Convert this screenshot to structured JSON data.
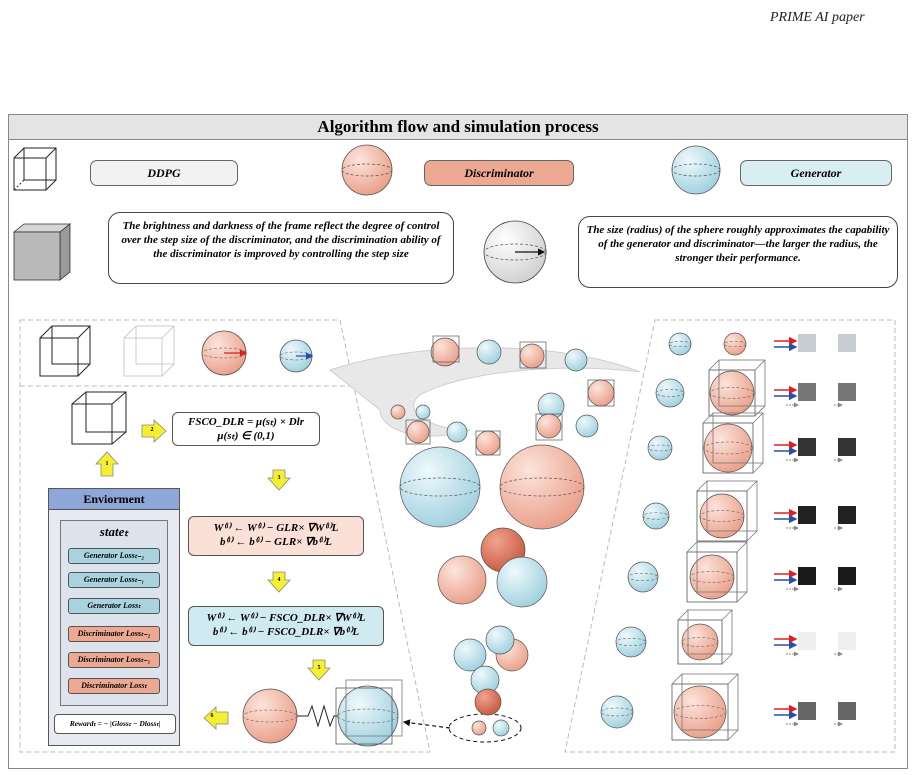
{
  "header": {
    "label": "PRIME AI paper"
  },
  "title": "Algorithm flow and simulation process",
  "legend": {
    "ddpg": "DDPG",
    "discriminator": "Discriminator",
    "generator": "Generator",
    "note_frame": "The brightness and darkness of the frame reflect the degree of control over the step size of the discriminator, and the discrimination ability of the discriminator is improved by controlling the step size",
    "note_sphere": "The size (radius) of the sphere roughly approximates the capability of the generator and discriminator—the larger the radius, the stronger their performance."
  },
  "formulas": {
    "f1_line1": "FSCO_DLR = μ(sₜ) × Dlr",
    "f1_line2": "μ(sₜ) ∈ (0,1)",
    "f2_line1": "W⁽ˡ⁾ ← W⁽ˡ⁾ − GLR× ∇W⁽ˡ⁾L",
    "f2_line2": "b⁽ˡ⁾ ← b⁽ˡ⁾ − GLR× ∇b⁽ˡ⁾L",
    "f3_line1": "W⁽ˡ⁾ ← W⁽ˡ⁾ − FSCO_DLR× ∇W⁽ˡ⁾L",
    "f3_line2": "b⁽ˡ⁾ ← b⁽ˡ⁾ − FSCO_DLR× ∇b⁽ˡ⁾L"
  },
  "steps": [
    "1",
    "2",
    "3",
    "4",
    "5",
    "6"
  ],
  "environment": {
    "title": "Enviorment",
    "state": "stateₜ",
    "losses": [
      {
        "label": "Generator Lossₜ₋₂",
        "color": "#a9d3de"
      },
      {
        "label": "Generator Lossₜ₋₁",
        "color": "#a9d3de"
      },
      {
        "label": "Generator Lossₜ",
        "color": "#a9d3de"
      },
      {
        "label": "Discriminator Lossₜ₋₂",
        "color": "#eda892"
      },
      {
        "label": "Discriminator Lossₜ₋₁",
        "color": "#eda892"
      },
      {
        "label": "Discriminator Lossₜ",
        "color": "#eda892"
      }
    ],
    "reward": "Rewardₜ = − |Glossₜ − Dlossₜ|"
  },
  "colors": {
    "discriminator": "#f0b0a0",
    "discriminator_dark": "#d9705a",
    "generator": "#bfe3ec",
    "ddpg_box": "#f2f2f2",
    "arrow_yellow": "#f5ef30",
    "env_header": "#8fa6d8"
  },
  "right_panel_levels": [
    "#c9ced4",
    "#777777",
    "#333333",
    "#222222",
    "#1a1a1a",
    "#eeeeee",
    "#666666"
  ]
}
